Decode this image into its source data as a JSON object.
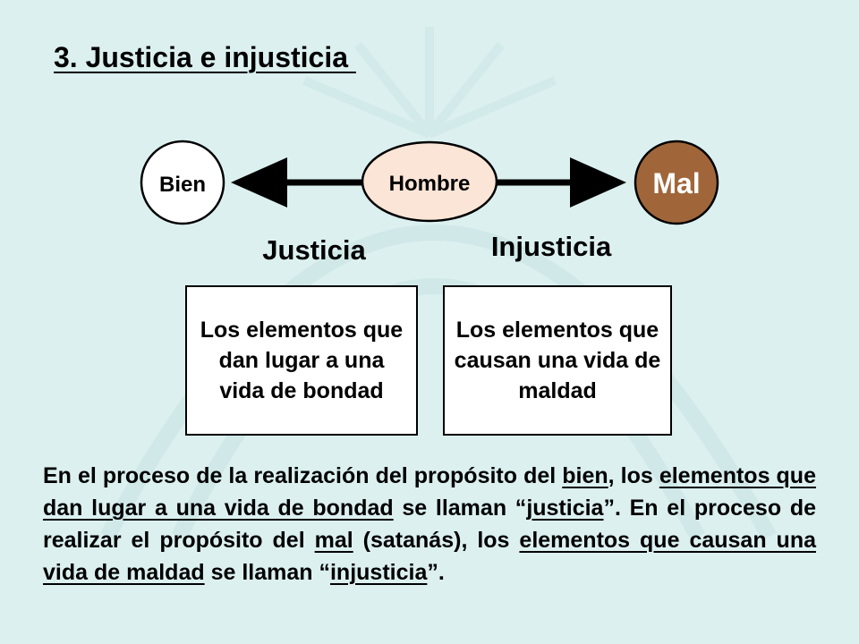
{
  "title": "3. Justicia e injusticia ",
  "nodes": {
    "bien": "Bien",
    "hombre": "Hombre",
    "mal": "Mal"
  },
  "headings": {
    "justicia": "Justicia",
    "injusticia": "Injusticia"
  },
  "boxes": {
    "left": "Los elementos que dan lugar a una vida de bondad",
    "right": "Los elementos que causan una vida de maldad"
  },
  "paragraph": {
    "p1": "En el proceso de la realización del propósito del ",
    "u1": "bien",
    "p2": ", los ",
    "u2": "elementos que dan lugar a una vida de bondad",
    "p3": " se llaman “",
    "u3": "justicia",
    "p4": "”. En el proceso de realizar el propósito del ",
    "u4": "mal",
    "p5": " (satanás), los ",
    "u5": "elementos que causan una vida de maldad",
    "p6": " se llaman “",
    "u6": "injusticia",
    "p7": "”."
  },
  "colors": {
    "background": "#dcf0f0",
    "hombre_fill": "#fbe5d6",
    "mal_fill": "#a0663a",
    "arrow": "#000000"
  }
}
